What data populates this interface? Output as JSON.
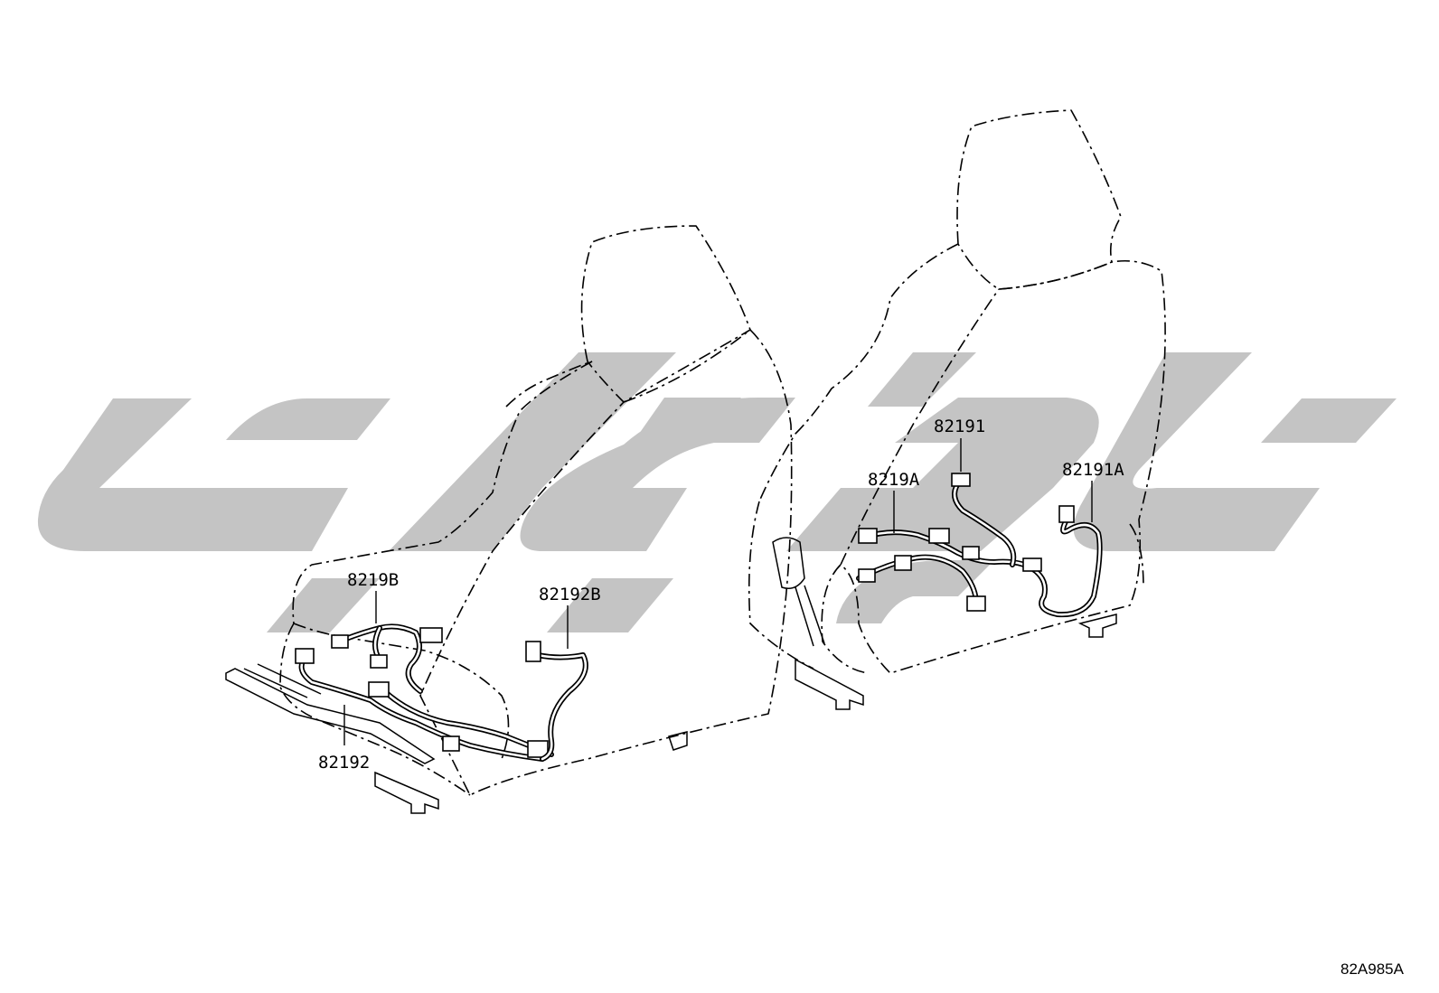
{
  "parts": {
    "p1": "8219B",
    "p2": "82192B",
    "p3": "82192",
    "p4": "82191",
    "p5": "8219A",
    "p6": "82191A"
  },
  "illustration_code": "82A985A"
}
